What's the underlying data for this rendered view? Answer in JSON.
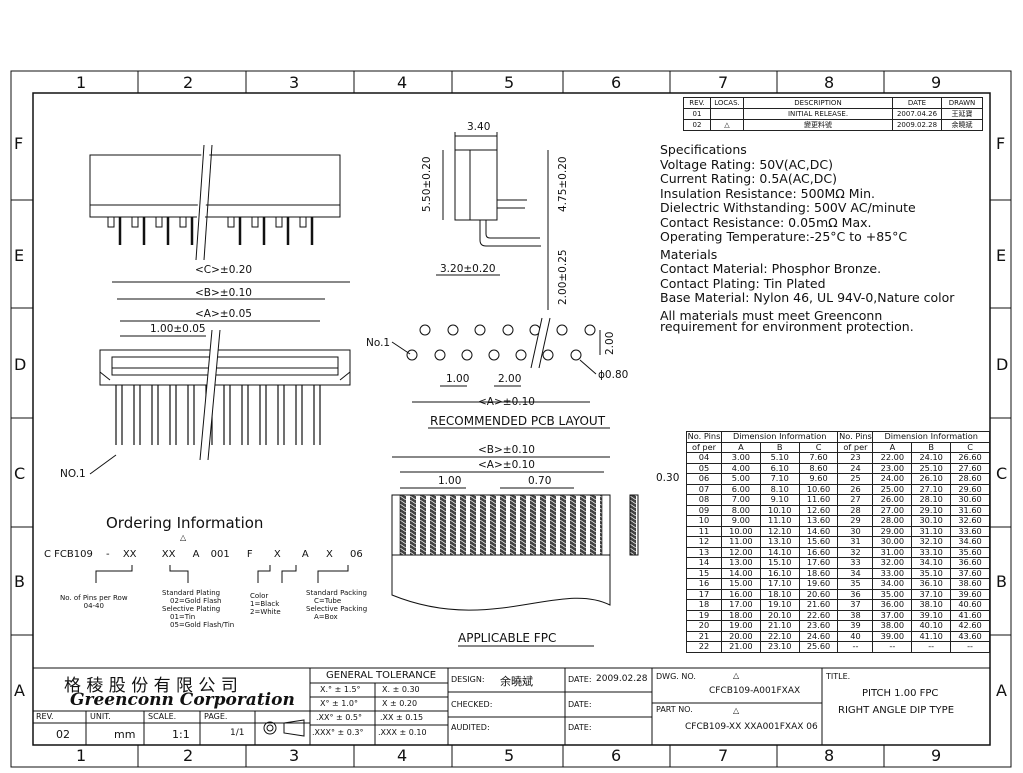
{
  "zones": {
    "columns": [
      "1",
      "2",
      "3",
      "4",
      "5",
      "6",
      "7",
      "8",
      "9"
    ],
    "rows": [
      "F",
      "E",
      "D",
      "C",
      "B",
      "A"
    ]
  },
  "revisions": {
    "headers": [
      "REV.",
      "LOCAS.",
      "DESCRIPTION",
      "DATE",
      "DRAWN"
    ],
    "rows": [
      [
        "01",
        "",
        "INITIAL RELEASE.",
        "2007.04.26",
        "王延寶"
      ],
      [
        "02",
        "",
        "變更料號",
        "2009.02.28",
        "余曉斌"
      ]
    ]
  },
  "specifications": [
    "Specifications",
    "Voltage Rating: 50V(AC,DC)",
    "Current Rating: 0.5A(AC,DC)",
    "Insulation Resistance: 500MΩ Min.",
    "Dielectric Withstanding: 500V AC/minute",
    "Contact Resistance: 0.05mΩ Max.",
    "Operating Temperature:-25°C to +85°C",
    "Materials",
    "Contact Material: Phosphor Bronze.",
    "Contact Plating: Tin Plated",
    "Base Material: Nylon 46, UL 94V-0,Nature color",
    "All materials must meet Greenconn",
    "requirement for environment protection."
  ],
  "dimensions": {
    "c": "<C>±0.20",
    "b": "<B>±0.10",
    "a": "<A>±0.05",
    "pitch": "1.00±0.05",
    "side_w": "3.40",
    "side_h": "5.50±0.20",
    "lead_h": "4.75±0.20",
    "lead_w": "3.20±0.20",
    "lead_tail": "2.00±0.25",
    "pcb_row": "2.00",
    "pcb_pitch": "1.00",
    "pcb_gap": "2.00",
    "pcb_hole": "ϕ0.80",
    "pcb_a": "<A>±0.10",
    "no1": "No.1",
    "no1b": "NO.1",
    "fpc_b": "<B>±0.10",
    "fpc_a": "<A>±0.10",
    "fpc_pitch": "1.00",
    "fpc_w": "0.70",
    "fpc_t": "0.30"
  },
  "captions": {
    "pcb": "RECOMMENDED PCB LAYOUT",
    "fpc": "APPLICABLE FPC"
  },
  "ordering": {
    "title": "Ordering Information",
    "code": [
      "C FCB109",
      "-",
      "XX",
      "XX",
      "A",
      "001",
      "F",
      "X",
      "A",
      "X",
      "06"
    ],
    "pins_label": [
      "No. of Pins per Row",
      "04-40"
    ],
    "plating": [
      "Standard Plating",
      "02=Gold Flash",
      "Selective Plating",
      "01=Tin",
      "05=Gold Flash/Tin"
    ],
    "color": [
      "Color",
      "1=Black",
      "2=White"
    ],
    "packing": [
      "Standard Packing",
      "C=Tube",
      "Selective Packing",
      "A=Box"
    ]
  },
  "dim_table": {
    "header1": [
      "No. Pins",
      "Dimension Information",
      "No. Pins",
      "Dimension Information"
    ],
    "header2": [
      "of per",
      "A",
      "B",
      "C",
      "of per",
      "A",
      "B",
      "C"
    ],
    "rows": [
      [
        "04",
        "3.00",
        "5.10",
        "7.60",
        "23",
        "22.00",
        "24.10",
        "26.60"
      ],
      [
        "05",
        "4.00",
        "6.10",
        "8.60",
        "24",
        "23.00",
        "25.10",
        "27.60"
      ],
      [
        "06",
        "5.00",
        "7.10",
        "9.60",
        "25",
        "24.00",
        "26.10",
        "28.60"
      ],
      [
        "07",
        "6.00",
        "8.10",
        "10.60",
        "26",
        "25.00",
        "27.10",
        "29.60"
      ],
      [
        "08",
        "7.00",
        "9.10",
        "11.60",
        "27",
        "26.00",
        "28.10",
        "30.60"
      ],
      [
        "09",
        "8.00",
        "10.10",
        "12.60",
        "28",
        "27.00",
        "29.10",
        "31.60"
      ],
      [
        "10",
        "9.00",
        "11.10",
        "13.60",
        "29",
        "28.00",
        "30.10",
        "32.60"
      ],
      [
        "11",
        "10.00",
        "12.10",
        "14.60",
        "30",
        "29.00",
        "31.10",
        "33.60"
      ],
      [
        "12",
        "11.00",
        "13.10",
        "15.60",
        "31",
        "30.00",
        "32.10",
        "34.60"
      ],
      [
        "13",
        "12.00",
        "14.10",
        "16.60",
        "32",
        "31.00",
        "33.10",
        "35.60"
      ],
      [
        "14",
        "13.00",
        "15.10",
        "17.60",
        "33",
        "32.00",
        "34.10",
        "36.60"
      ],
      [
        "15",
        "14.00",
        "16.10",
        "18.60",
        "34",
        "33.00",
        "35.10",
        "37.60"
      ],
      [
        "16",
        "15.00",
        "17.10",
        "19.60",
        "35",
        "34.00",
        "36.10",
        "38.60"
      ],
      [
        "17",
        "16.00",
        "18.10",
        "20.60",
        "36",
        "35.00",
        "37.10",
        "39.60"
      ],
      [
        "18",
        "17.00",
        "19.10",
        "21.60",
        "37",
        "36.00",
        "38.10",
        "40.60"
      ],
      [
        "19",
        "18.00",
        "20.10",
        "22.60",
        "38",
        "37.00",
        "39.10",
        "41.60"
      ],
      [
        "20",
        "19.00",
        "21.10",
        "23.60",
        "39",
        "38.00",
        "40.10",
        "42.60"
      ],
      [
        "21",
        "20.00",
        "22.10",
        "24.60",
        "40",
        "39.00",
        "41.10",
        "43.60"
      ],
      [
        "22",
        "21.00",
        "23.10",
        "25.60",
        "--",
        "--",
        "--",
        "--"
      ]
    ]
  },
  "title_block": {
    "company_cn": "格 稜 股 份 有 限 公 司",
    "company_en": "Greenconn Corporation",
    "rev_label": "REV.",
    "rev_value": "02",
    "unit_label": "UNIT.",
    "unit_value": "mm",
    "scale_label": "SCALE.",
    "scale_value": "1:1",
    "page_label": "PAGE.",
    "page_value": "1/1",
    "tolerance_title": "GENERAL TOLERANCE",
    "tolerances": [
      [
        "X.° ± 1.5°",
        "X.  ± 0.30"
      ],
      [
        "X° ± 1.0°",
        "X  ± 0.20"
      ],
      [
        ".XX° ± 0.5°",
        ".XX  ± 0.15"
      ],
      [
        ".XXX° ± 0.3°",
        ".XXX ± 0.10"
      ]
    ],
    "design_label": "DESIGN:",
    "design_value": "余曉斌",
    "date_label": "DATE:",
    "date_value": "2009.02.28",
    "checked_label": "CHECKED:",
    "audited_label": "AUDITED:",
    "dwg_label": "DWG. NO.",
    "dwg_value": "CFCB109-A001FXAX",
    "part_label": "PART NO.",
    "part_value": "CFCB109-XX XXA001FXAX 06",
    "title_label": "TITLE.",
    "title_line1": "PITCH 1.00 FPC",
    "title_line2": "RIGHT ANGLE DIP TYPE"
  }
}
